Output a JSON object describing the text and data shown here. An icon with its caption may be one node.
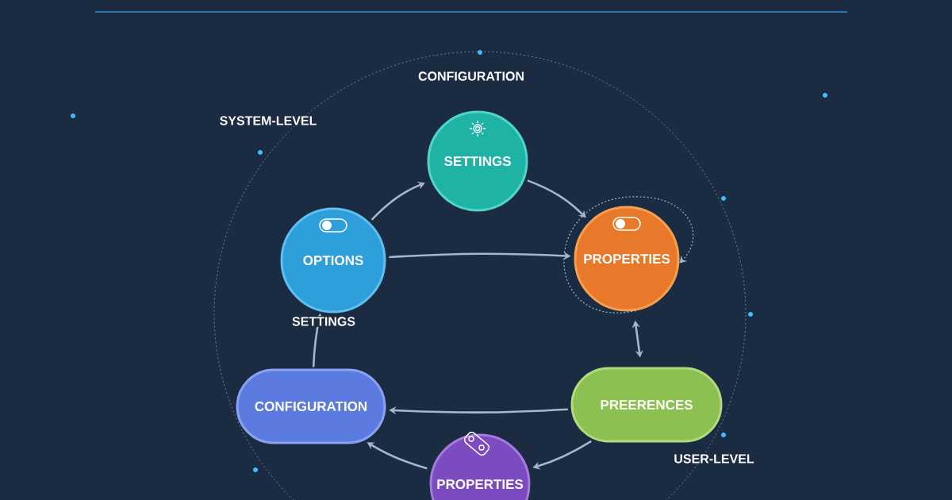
{
  "diagram": {
    "nodes": [
      {
        "text": [
          "SETTINGS"
        ]
      },
      {
        "text": [
          "OPTIONS"
        ]
      },
      {
        "text": [
          "PROPERTIES"
        ]
      },
      {
        "text": [
          "CONFIGURATION"
        ]
      },
      {
        "text": [
          "PREERENCES"
        ]
      },
      {
        "text": [
          "PROPERTIES"
        ]
      }
    ],
    "edges": [
      {
        "from": 1,
        "to": 0,
        "arrow": "to"
      },
      {
        "from": 0,
        "to": 2,
        "arrow": "to"
      },
      {
        "from": 1,
        "to": 2,
        "arrow": "to"
      },
      {
        "from": 2,
        "to": 2,
        "arrow": "to",
        "style": "dashed"
      },
      {
        "from": 2,
        "to": 4,
        "arrow": "both"
      },
      {
        "from": 4,
        "to": 3,
        "arrow": "to"
      },
      {
        "from": 4,
        "to": 5,
        "arrow": "to"
      },
      {
        "from": 5,
        "to": 3,
        "arrow": "to"
      },
      {
        "from": 3,
        "to": 1,
        "arrow": "to",
        "label": "SETTINGS"
      }
    ],
    "labels": [
      "CONFIGURATION",
      "SYSTEM-LEVEL",
      "USER-LEVEL"
    ]
  }
}
